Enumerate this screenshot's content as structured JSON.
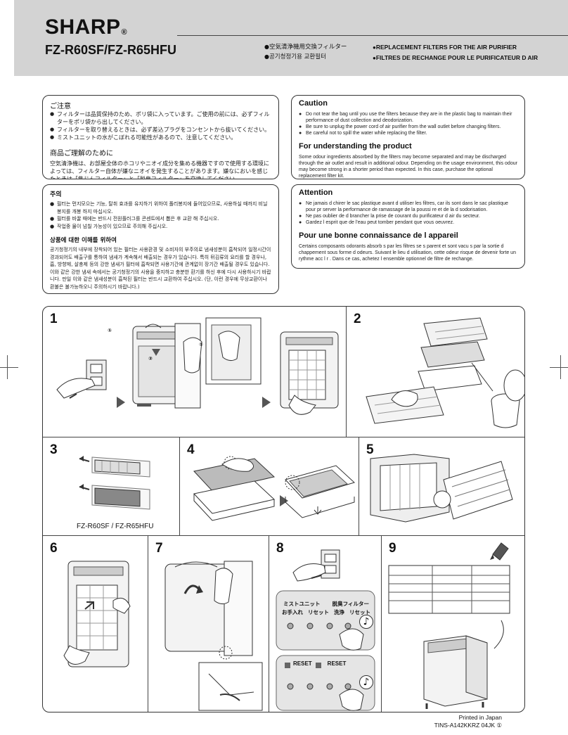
{
  "brand": "SHARP",
  "brand_mark": "®",
  "model": "FZ-R60SF/FZ-R65HFU",
  "header_jp": [
    "空気清浄機用交換フィルター",
    "공기청정기용 교환필터"
  ],
  "header_en": [
    "REPLACEMENT FILTERS FOR THE AIR PURIFIER",
    "FILTRES DE RECHANGE POUR LE PURIFICATEUR D AIR"
  ],
  "jp": {
    "title": "ご注意",
    "items": [
      "フィルターは品質保持のため、ポリ袋に入っています。ご使用の前には、必ずフィルターをポリ袋から出してください。",
      "フィルターを取り替えるときは、必ず差込プラグをコンセントから抜いてください。",
      "ミストユニットの水がこぼれる可能性があるので、注意してください。"
    ],
    "sub": "商品ご理解のために",
    "para": "空気清浄機は、お部屋全体のホコリやニオイ成分を集める機器ですので使用する環境によっては、フィルター自体が嫌なニオイを発生することがあります。嫌なにおいを感じたときは「集じんフィルター」と「脱臭フィルター」を交換してください。"
  },
  "ko": {
    "title": "주의",
    "items": [
      "필터는 먼지모으는 기능, 탈취 효과를 유지하기 위하여 폴리봉지에 들어있으므로, 사용하실 때까지 비닐 봉지를 개봉 하지 마십시오.",
      "필터를 바꿀 때에는 반드시 전원플러그를 콘센트에서 뽑은 후 교환 해 주십시오.",
      "작업중 물이 넘칠 가능성이 있으므로 주의해 주십시오."
    ],
    "sub": "상품에 대한 이해를 위하여",
    "para": "공기청정기의 내부에 장착되어 있는 필터는 사용환경 및 소비자의 부주의로 냄새성분이 흡착되어 일정시간이 경과되어도 배출구를 통하여 냄새가 계속해서 배출되는 경우가 있습니다. 특히 뒤김류의 요리를 할 경우나, 흡, 방향제, 살충제 등의 강한 냄새가 필터에 흡착되면 사용기간에 관계없이 장기간 배출될 경우도 있습니다. 이와 같은 강한 냄새 속에서는 공기청정기의 사용을 중지하고 충분한 환기를 하신 후에 다시 사용하시기 바랍니다. 만일 이와 같은 냄새성분이 흡착된 필터는 반드시 교환하여 주십시오. (단, 이런 경우에 무상교환이나 환불은 불가능하오니 주의하시기 바랍니다.)"
  },
  "en": {
    "title": "Caution",
    "items": [
      "Do not tear the bag until you use the filters because they are in the plastic bag to maintain their performance of dust collection and deodorization.",
      "Be sure to unplug the power cord of air purifier from the wall outlet before changing filters.",
      "Be careful not to spill the water while replacing the filter."
    ],
    "sub": "For understanding the product",
    "para": "Some odour ingredients absorbed by the filters may become separated and may be discharged through the air outlet and result in additional odour. Depending on the usage environment, this odour may become strong in a shorter period than expected. In this case, purchase the optional replacement filter kit."
  },
  "fr": {
    "title": "Attention",
    "items": [
      "Ne jamais d chirer le sac plastique avant d utiliser les filtres, car ils sont dans le sac plastique pour pr server la performance de ramassage de la poussi re et de la d sodorisation.",
      "Ne pas oublier de d brancher la prise de courant du purificateur d air du secteur.",
      "Gardez l esprit que de l'eau peut tomber pendant que vous oeuvrez."
    ],
    "sub": "Pour une bonne connaissance de l appareil",
    "para": "Certains composants odorants absorb s par les filtres se s parent et sont vacu s par la sortie d chappement sous forme d odeurs. Suivant le lieu d utilisation, cette odeur risque de devenir forte un rythme acc l r . Dans ce cas, achetez l ensemble optionnel de filtre de rechange."
  },
  "steps": {
    "n1": "1",
    "n2": "2",
    "n3": "3",
    "n4": "4",
    "n5": "5",
    "n6": "6",
    "n7": "7",
    "n8": "8",
    "n9": "9",
    "marker": "①",
    "marker2": "②",
    "caption3": "FZ-R60SF / FZ-R65HFU",
    "panel_jp_row1": [
      "ミストユニット",
      "脱臭フィルター"
    ],
    "panel_jp_row2": [
      "お手入れ",
      "リセット",
      "洗浄",
      "リセット"
    ],
    "panel_reset": [
      "RESET",
      "RESET"
    ],
    "note_icon": "music-note-icon"
  },
  "footer": {
    "line1": "Printed in Japan",
    "line2": "TINS-A142KKRZ  04JK  ①"
  }
}
